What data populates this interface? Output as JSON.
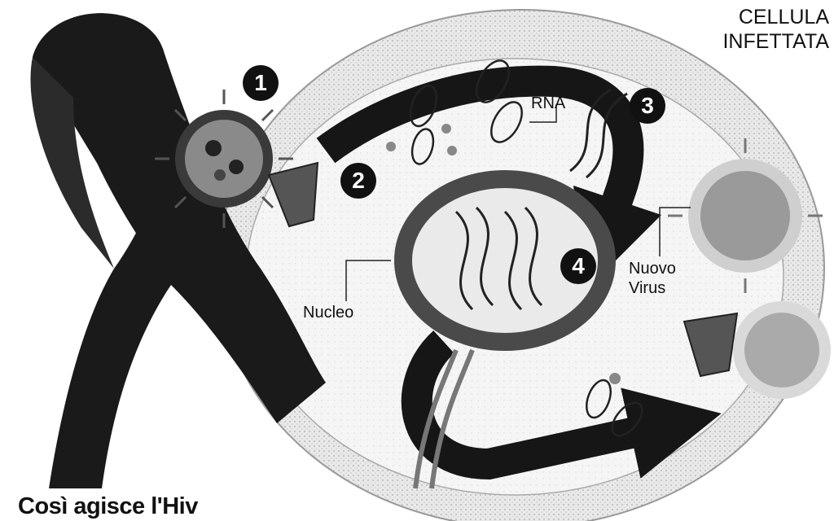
{
  "title": "Così agisce l'Hiv",
  "cell_label": [
    "CELLULA",
    "INFETTATA"
  ],
  "labels": {
    "rna": "RNA",
    "nucleus": "Nucleo",
    "new_virus": [
      "Nuovo",
      "Virus"
    ]
  },
  "steps": [
    "1",
    "2",
    "3",
    "4"
  ],
  "colors": {
    "ribbon": "#1a1a1a",
    "membrane": "#e6e6e6",
    "cell_interior": "#f6f6f6",
    "arrow": "#161616",
    "nucleus_ring": "#4a4a4a"
  }
}
